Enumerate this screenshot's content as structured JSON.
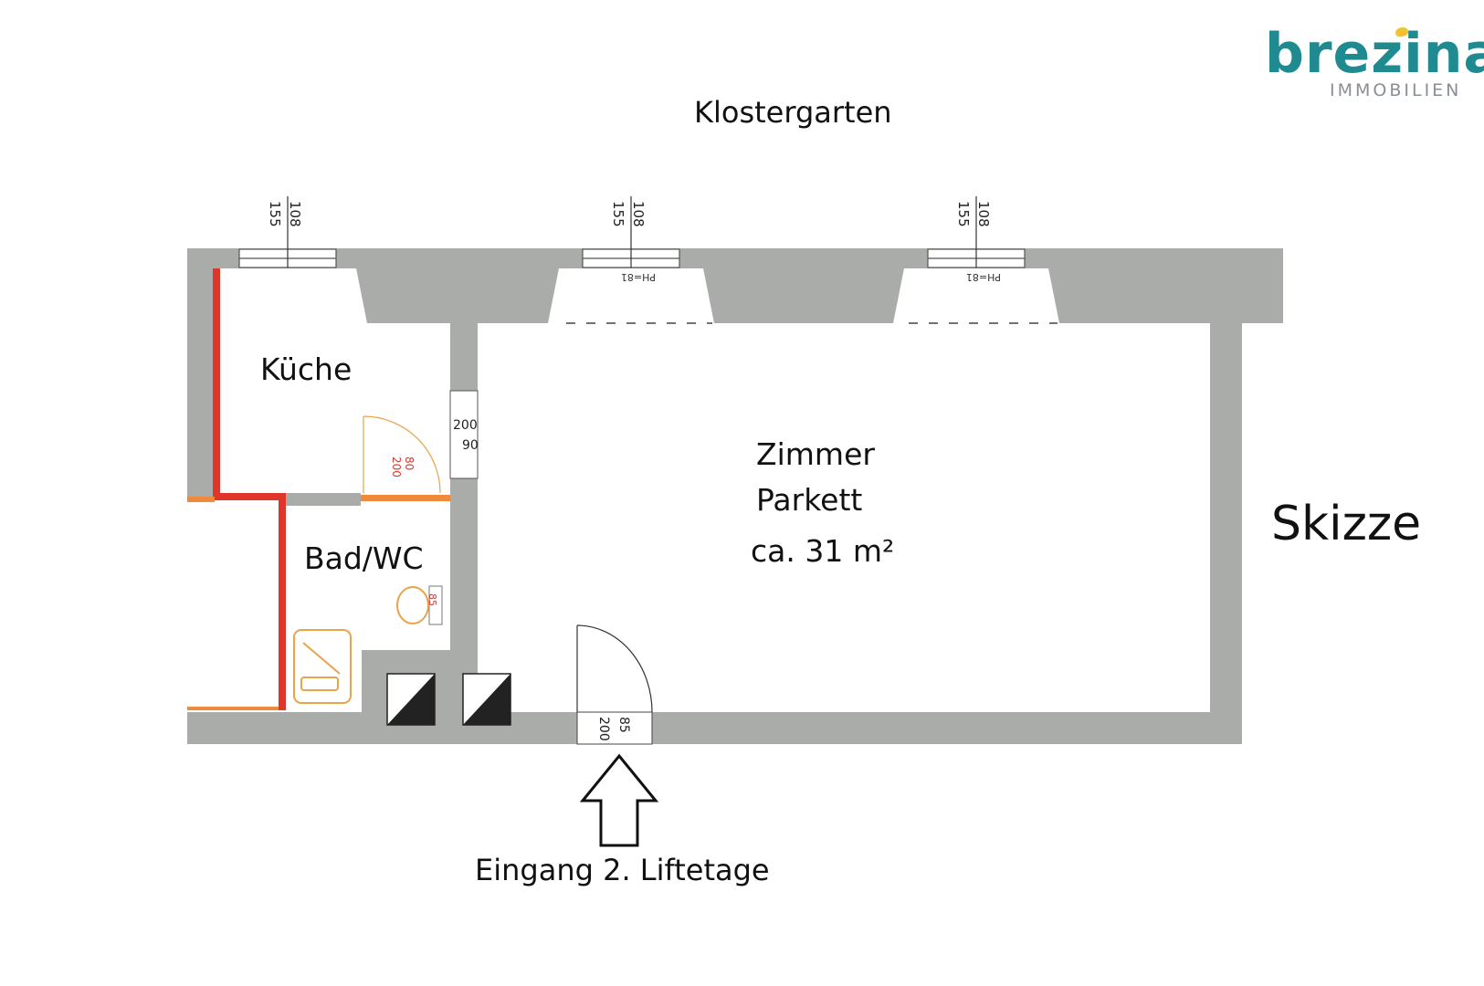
{
  "brand": {
    "name": "brezina",
    "tagline": "IMMOBILIEN",
    "color_primary": "#1f8a8f",
    "color_accent": "#f2c230",
    "color_sub": "#8a8f96"
  },
  "plan": {
    "top_label": "Klostergarten",
    "rooms": {
      "kitchen": "Küche",
      "bath": "Bad/WC",
      "room_name": "Zimmer",
      "room_floor": "Parkett",
      "room_area": "ca. 31 m²"
    },
    "sketch_label": "Skizze",
    "entrance_label": "Eingang 2. Liftetage",
    "window_dims": {
      "width": "108",
      "height": "155",
      "sill": "PH=81"
    },
    "door_dims": {
      "kitchen_door_width": "80",
      "kitchen_door_height": "200",
      "inner_door_width": "90",
      "inner_door_height": "200",
      "entrance_width": "85",
      "entrance_height": "200",
      "bath_fixture": "85"
    },
    "colors": {
      "wall": "#a9aca8",
      "wall_dark": "#8e918d",
      "red_wall": "#e0352b",
      "orange_wall": "#ee8a3a",
      "fixture": "#e9a34a"
    }
  }
}
